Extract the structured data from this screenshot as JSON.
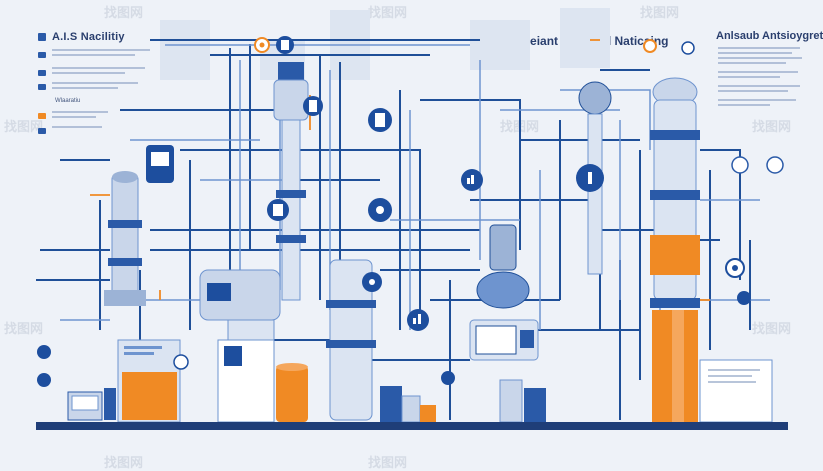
{
  "header": {
    "left_title": "A.I.S Nacilitiy",
    "center_title": "Anesseiant NA ASall Naticaing",
    "right_title": "Anlsaub Antsioygret"
  },
  "left_panel": {
    "subheading": "Wlaaratiu"
  },
  "watermark": "找图网",
  "colors": {
    "background": "#eef2f8",
    "pipe_dark": "#1f4f98",
    "pipe_light": "#6e94cf",
    "tank_light": "#c9d6ea",
    "accent_orange": "#f08a24",
    "badge_blue": "#1d4e9e"
  },
  "icons": [
    "gear-icon",
    "document-icon",
    "clipboard-icon",
    "chart-icon",
    "leaf-icon",
    "info-icon"
  ]
}
